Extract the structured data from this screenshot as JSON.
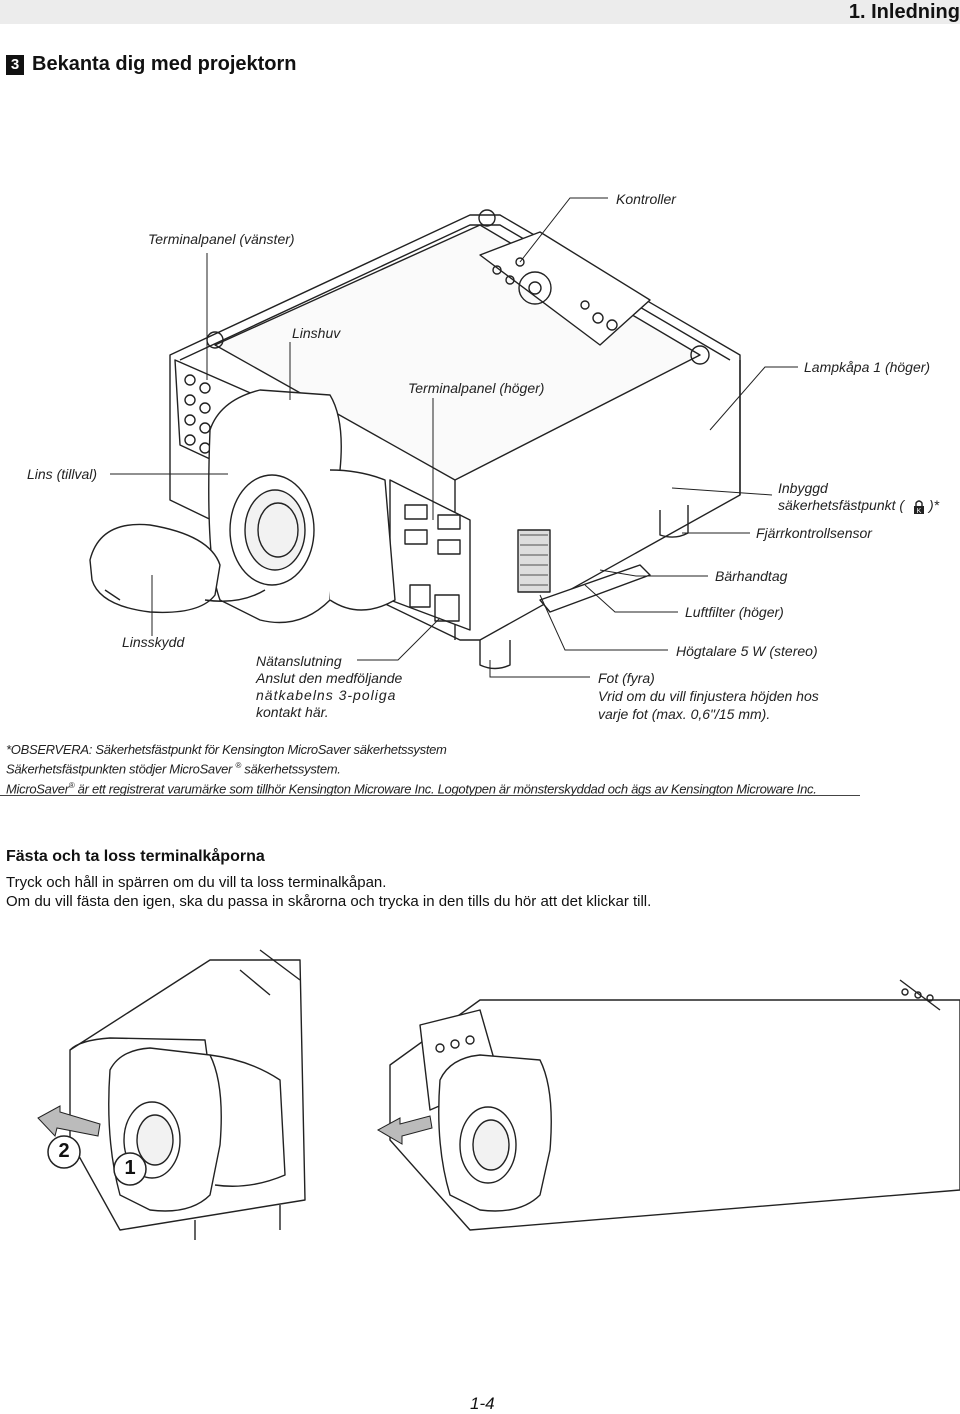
{
  "header": {
    "chapter": "1. Inledning"
  },
  "section": {
    "number": "3",
    "title": "Bekanta dig med projektorn"
  },
  "diagram_labels": {
    "kontroller": "Kontroller",
    "terminalpanel_vanster": "Terminalpanel (vänster)",
    "linshuv": "Linshuv",
    "terminalpanel_hoger": "Terminalpanel (höger)",
    "lampkapa": "Lampkåpa 1 (höger)",
    "lins": "Lins (tillval)",
    "inbyggd_1": "Inbyggd",
    "inbyggd_2": "säkerhetsfästpunkt (",
    "inbyggd_3": ")*",
    "fjarrkontrollsensor": "Fjärrkontrollsensor",
    "barhandtag": "Bärhandtag",
    "luftfilter": "Luftfilter (höger)",
    "linsskydd": "Linsskydd",
    "natanslutning_1": "Nätanslutning",
    "natanslutning_2": "Anslut den medföljande",
    "natanslutning_3": "nätkabelns 3-poliga",
    "natanslutning_4": "kontakt här.",
    "hogtalare": "Högtalare 5 W (stereo)",
    "fot_1": "Fot (fyra)",
    "fot_2": "Vrid om du vill finjustera höjden hos",
    "fot_3": "varje fot (max. 0,6\"/15 mm)."
  },
  "notes": {
    "line1": "*OBSERVERA: Säkerhetsfästpunkt för Kensington MicroSaver säkerhetssystem",
    "line2a": "Säkerhetsfästpunkten stödjer MicroSaver",
    "line2b": "säkerhetssystem.",
    "line3a": "MicroSaver",
    "line3b": "är ett registrerat varumärke som tillhör Kensington Microware Inc. Logotypen är mönsterskyddad och ägs av Kensington Microware Inc.",
    "reg": "®"
  },
  "subsection": {
    "title": "Fästa och ta loss terminalkåporna",
    "line1": "Tryck och håll in spärren om du vill ta loss terminalkåpan.",
    "line2": "Om du vill fästa den igen, ska du passa in skårorna och trycka in den tills du hör att det klickar till."
  },
  "steps": {
    "one": "1",
    "two": "2"
  },
  "footer": {
    "page": "1-4"
  },
  "icons": [
    "kensington-lock-icon",
    "push-arrow-icon",
    "pull-arrow-icon"
  ]
}
